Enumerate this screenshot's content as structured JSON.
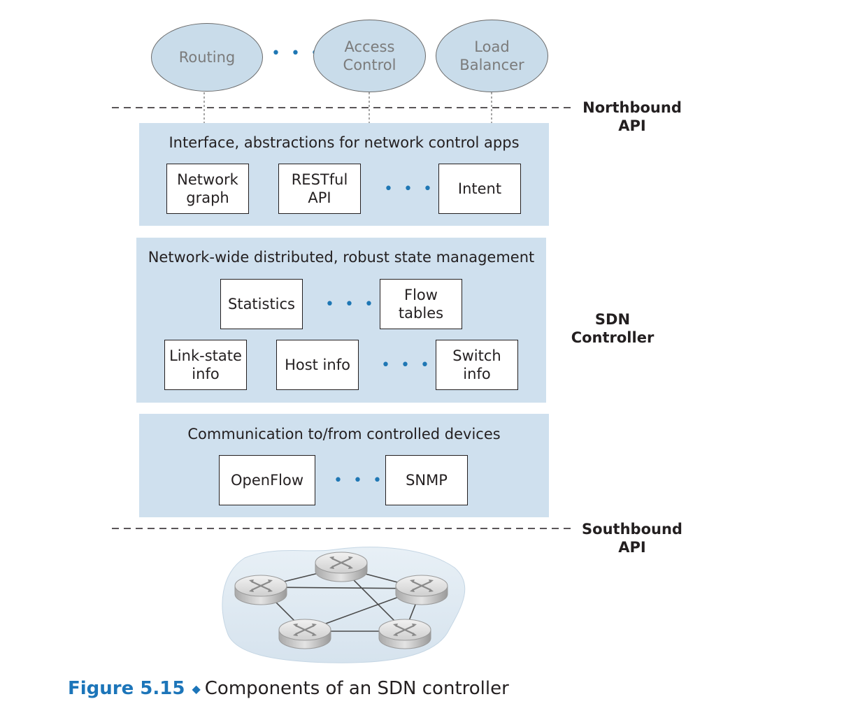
{
  "apps": [
    {
      "label": "Routing"
    },
    {
      "label": "Access\nControl"
    },
    {
      "label": "Load\nBalancer"
    }
  ],
  "apps_ellipsis": "• • •",
  "northbound_label": "Northbound\nAPI",
  "southbound_label": "Southbound\nAPI",
  "controller_label": "SDN Controller",
  "layers": {
    "interface": {
      "title": "Interface, abstractions for  network control apps",
      "boxes": [
        "Network\ngraph",
        "RESTful\nAPI",
        "Intent"
      ],
      "ellipsis": "• • •"
    },
    "state": {
      "title": "Network-wide distributed, robust state management",
      "boxes": [
        "Statistics",
        "Flow\ntables",
        "Link-state\ninfo",
        "Host info",
        "Switch\ninfo"
      ],
      "ellipsis": "• • •"
    },
    "communication": {
      "title": "Communication to/from controlled devices",
      "boxes": [
        "OpenFlow",
        "SNMP"
      ],
      "ellipsis": "• • •"
    }
  },
  "caption": {
    "number": "Figure 5.15",
    "text": "Components of an SDN controller"
  },
  "colors": {
    "app_fill": "#c9dcea",
    "layer_fill": "#cfe0ee",
    "accent_blue": "#1c75b9",
    "dots_blue": "#1f77b4"
  }
}
